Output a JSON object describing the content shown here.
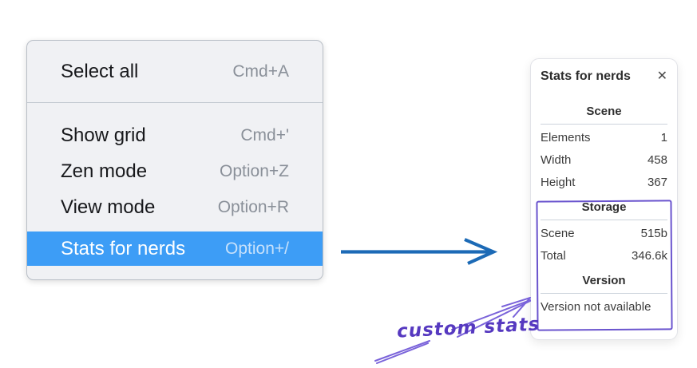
{
  "context_menu": {
    "items": [
      {
        "label": "Select all",
        "shortcut": "Cmd+A"
      },
      {
        "label": "Show grid",
        "shortcut": "Cmd+'"
      },
      {
        "label": "Zen mode",
        "shortcut": "Option+Z"
      },
      {
        "label": "View mode",
        "shortcut": "Option+R"
      },
      {
        "label": "Stats for nerds",
        "shortcut": "Option+/",
        "selected": true
      }
    ]
  },
  "stats_panel": {
    "title": "Stats for nerds",
    "close_icon": "✕",
    "sections": [
      {
        "heading": "Scene",
        "rows": [
          {
            "label": "Elements",
            "value": "1"
          },
          {
            "label": "Width",
            "value": "458"
          },
          {
            "label": "Height",
            "value": "367"
          }
        ]
      },
      {
        "heading": "Storage",
        "rows": [
          {
            "label": "Scene",
            "value": "515b"
          },
          {
            "label": "Total",
            "value": "346.6k"
          }
        ]
      },
      {
        "heading": "Version",
        "rows": [],
        "note": "Version not available"
      }
    ]
  },
  "annotation": {
    "label": "custom stats"
  },
  "colors": {
    "menu_highlight": "#3d9df6",
    "menu_highlight_text": "#ffffff",
    "blue_arrow": "#1c6ab6",
    "annotation_purple": "#6a54ce",
    "annotation_text": "#5639c0"
  }
}
